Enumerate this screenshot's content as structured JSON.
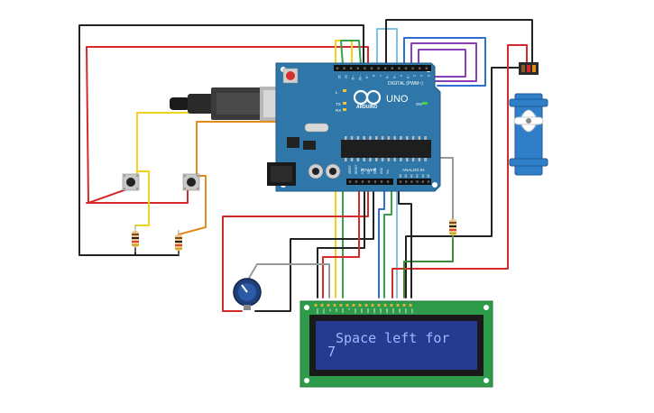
{
  "board": {
    "logo": "UNO",
    "brand": "ARDUINO",
    "digital_header": "DIGITAL (PWM~)",
    "power_header": "POWER",
    "analog_header": "ANALOG IN",
    "tx_label": "TX",
    "rx_label": "RX",
    "l_label": "L",
    "on_label": "ON",
    "digital_pins": [
      "13",
      "12",
      "~11",
      "~10",
      "~9",
      "8",
      "7",
      "~6",
      "~5",
      "4",
      "~3",
      "2",
      "1",
      "0"
    ],
    "power_pins": [
      "IOREF",
      "RESET",
      "3.3V",
      "5V",
      "GND",
      "GND",
      "Vin"
    ],
    "analog_pins": [
      "A0",
      "A1",
      "A2",
      "A3",
      "A4",
      "A5"
    ]
  },
  "lcd": {
    "line1": "Space left for",
    "line2": "7",
    "pins": [
      "GND",
      "VCC",
      "V0",
      "RS",
      "RW",
      "E",
      "DB0",
      "DB1",
      "DB2",
      "DB3",
      "DB4",
      "DB5",
      "DB6",
      "DB7",
      "LED",
      "LED"
    ]
  },
  "colors": {
    "board": "#2e77a8",
    "lcd_pcb": "#2e9b4a",
    "lcd_screen": "#263a8f",
    "lcd_text": "#9fb8ff",
    "servo": "#2f7ec8",
    "wire_red": "#d42a2a",
    "wire_black": "#222222",
    "wire_yellow": "#f2d21c",
    "wire_orange": "#e58a1a",
    "wire_green": "#35a34a",
    "wire_blue": "#2d6fd0",
    "wire_lightblue": "#7fc4e0",
    "wire_purple": "#8a3fb8",
    "wire_gray": "#999999",
    "wire_darkgreen": "#3a8a3a"
  },
  "icons": {
    "usb": "usb-connector-icon",
    "barrel": "power-jack-icon",
    "reset": "reset-button-icon",
    "servo": "servo-motor-icon",
    "pot": "potentiometer-icon"
  }
}
